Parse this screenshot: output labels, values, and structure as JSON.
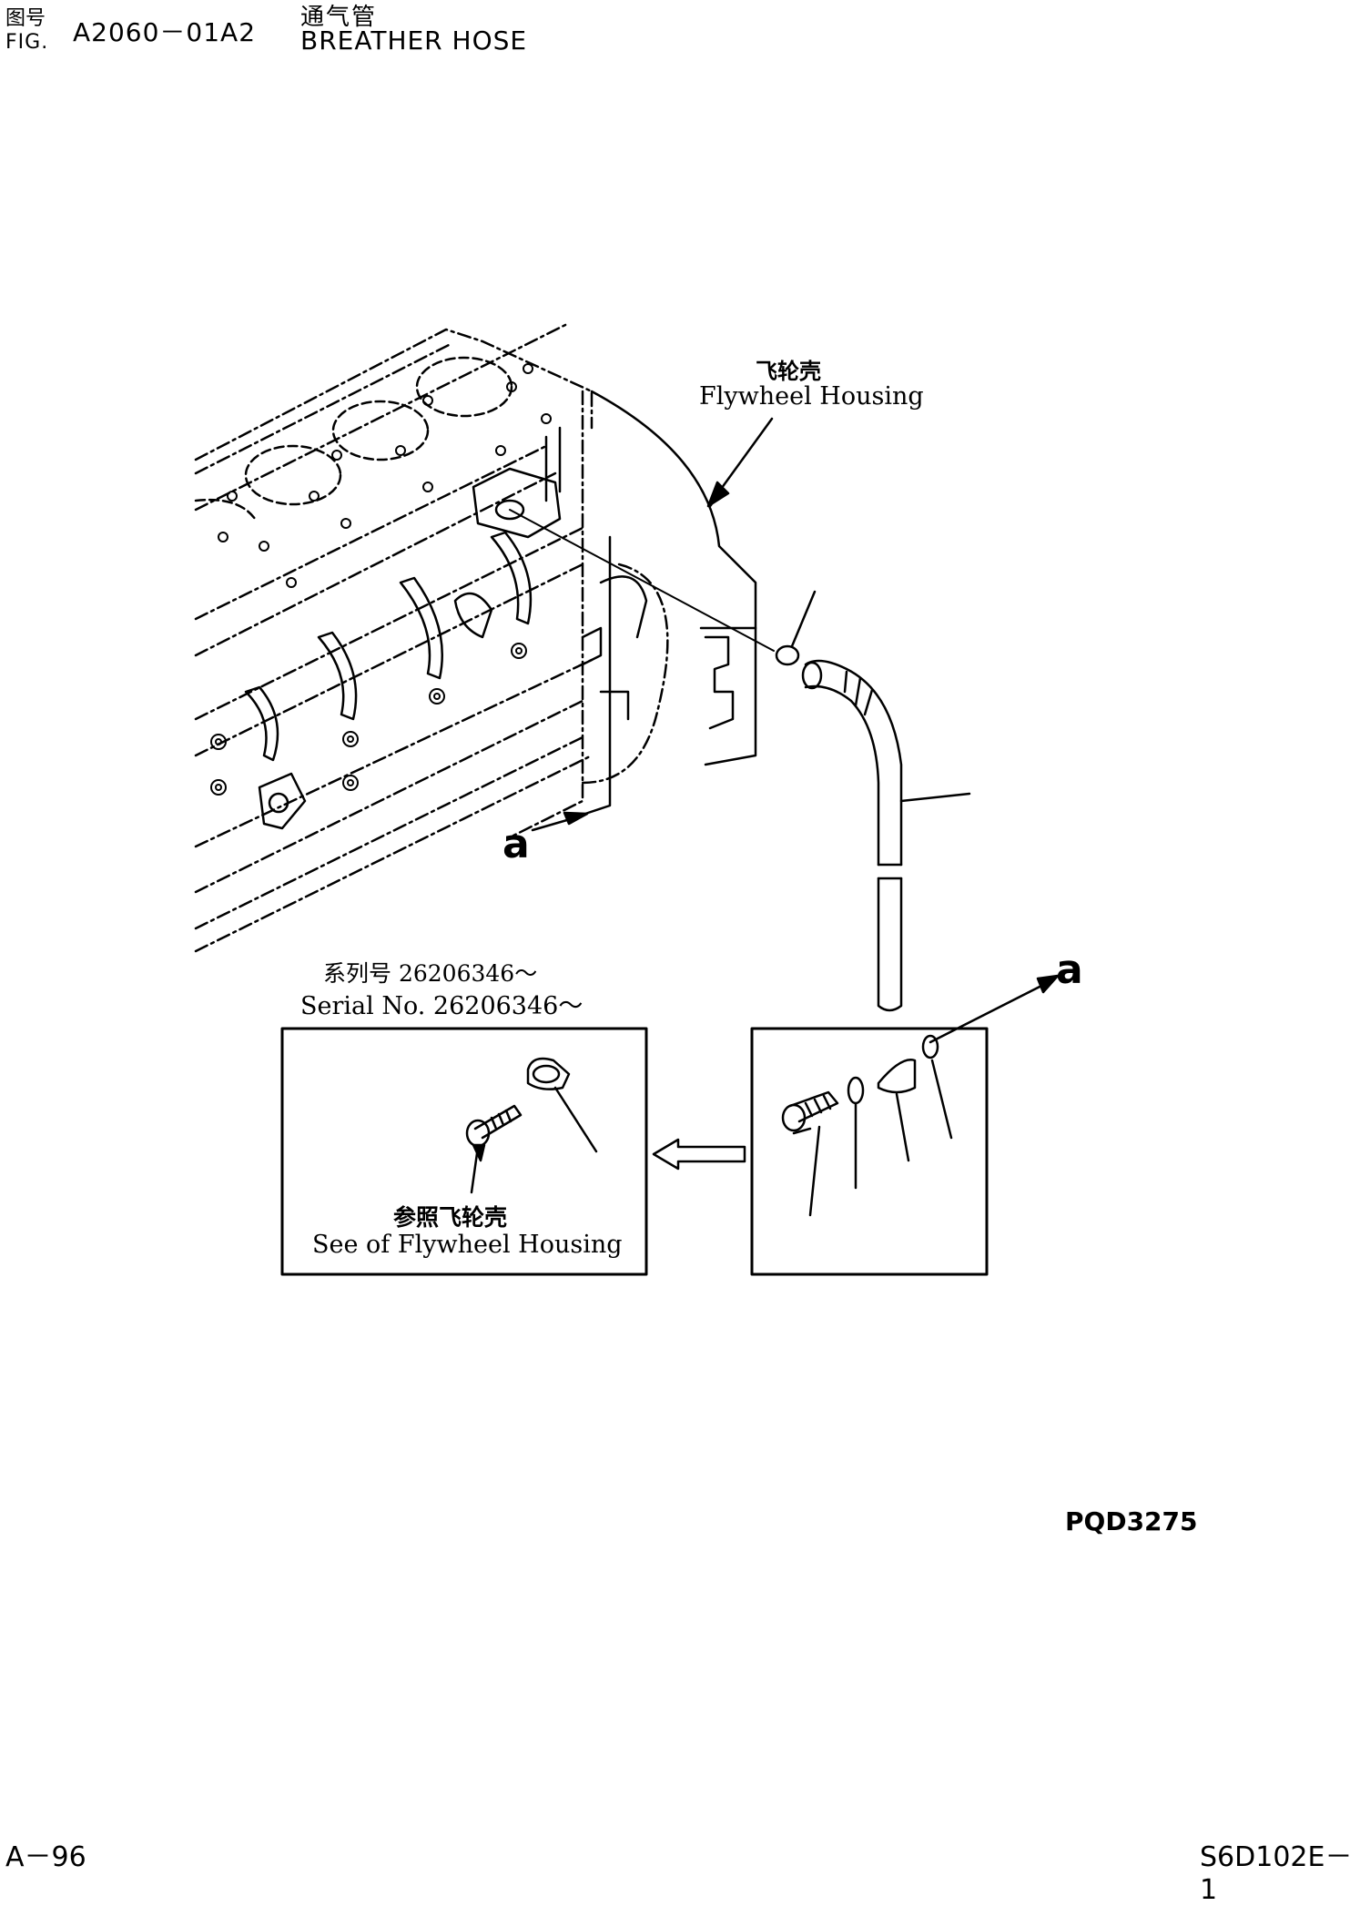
{
  "header": {
    "fig_label_cn": "图号",
    "fig_label_en": "FIG.",
    "fig_number": "A2060－01A2",
    "title_cn": "通气管",
    "title_en": "BREATHER HOSE"
  },
  "labels": {
    "flywheel_housing_cn": "飞轮壳",
    "flywheel_housing_en": "Flywheel Housing",
    "serial_cn": "系列号 26206346～",
    "serial_en": "Serial No.  26206346～",
    "see_cn": "参照飞轮壳",
    "see_en": "See of Flywheel Housing",
    "ref_a_left": "a",
    "ref_a_right": "a",
    "drawing_code": "PQD3275"
  },
  "footer": {
    "page": "A－96",
    "model": "S6D102E－1"
  }
}
